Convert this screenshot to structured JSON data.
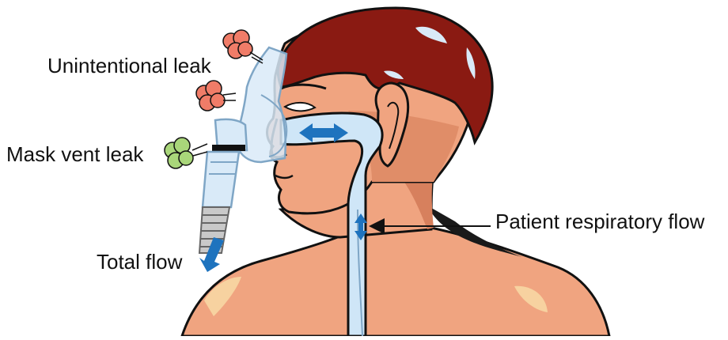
{
  "labels": {
    "unintentional_leak": "Unintentional leak",
    "mask_vent_leak": "Mask vent leak",
    "total_flow": "Total flow",
    "patient_respiratory_flow": "Patient respiratory flow"
  },
  "colors": {
    "hair": "#8a1a12",
    "skin": "#f0a480",
    "skin_shadow": "#d7805d",
    "outline": "#111111",
    "airway": "#cfe6f7",
    "mask": "#d9eaf8",
    "mask_edge": "#7fa6c6",
    "arrow_blue": "#1e73be",
    "leak_red": "#f07c68",
    "leak_green": "#a9d67a"
  }
}
